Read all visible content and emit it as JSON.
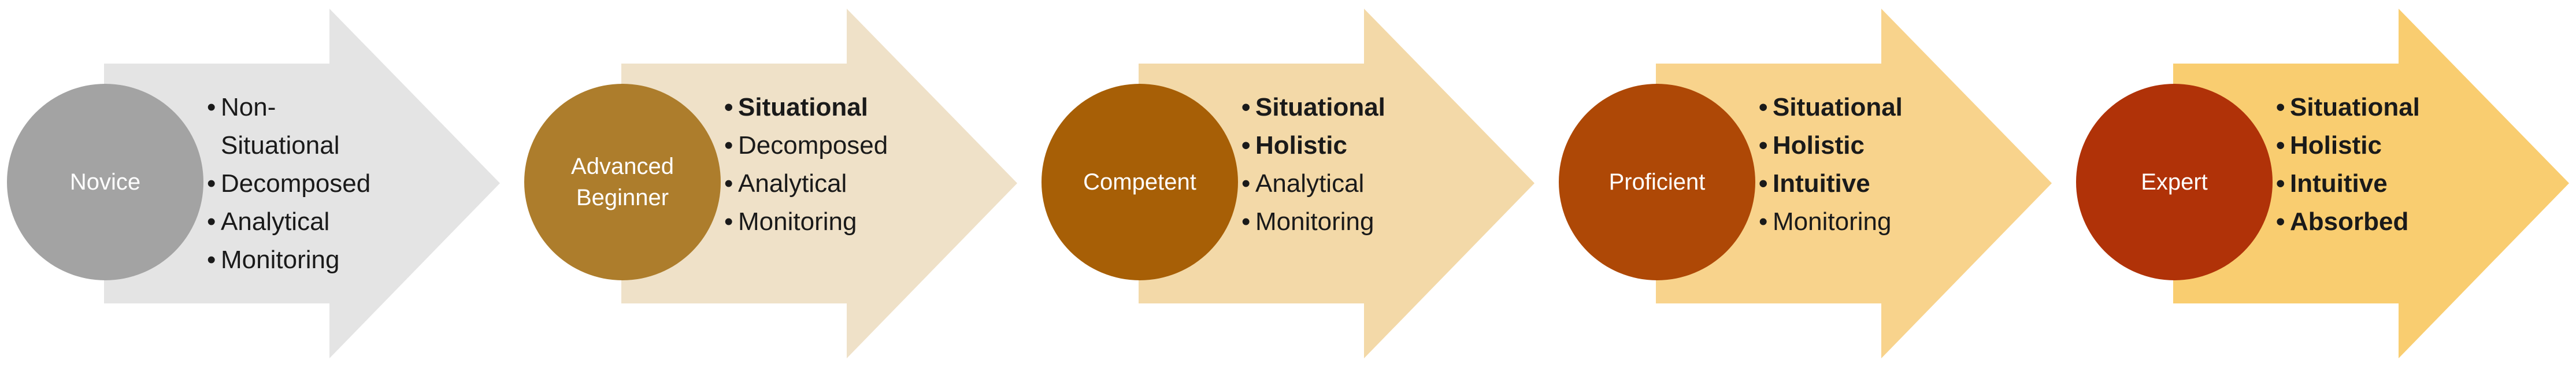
{
  "stages": [
    {
      "label": "Novice",
      "circle_color": "#a3a3a3",
      "arrow_color": "#e4e4e4",
      "items": [
        {
          "text": "Non-Situational",
          "bold": false
        },
        {
          "text": "Decomposed",
          "bold": false
        },
        {
          "text": "Analytical",
          "bold": false
        },
        {
          "text": "Monitoring",
          "bold": false
        }
      ]
    },
    {
      "label": "Advanced Beginner",
      "circle_color": "#ad7d2c",
      "arrow_color": "#efe1c8",
      "items": [
        {
          "text": "Situational",
          "bold": true
        },
        {
          "text": "Decomposed",
          "bold": false
        },
        {
          "text": "Analytical",
          "bold": false
        },
        {
          "text": "Monitoring",
          "bold": false
        }
      ]
    },
    {
      "label": "Competent",
      "circle_color": "#a75f06",
      "arrow_color": "#f3d9a8",
      "items": [
        {
          "text": "Situational",
          "bold": true
        },
        {
          "text": "Holistic",
          "bold": true
        },
        {
          "text": "Analytical",
          "bold": false
        },
        {
          "text": "Monitoring",
          "bold": false
        }
      ]
    },
    {
      "label": "Proficient",
      "circle_color": "#ae4806",
      "arrow_color": "#f8d38c",
      "items": [
        {
          "text": "Situational",
          "bold": true
        },
        {
          "text": "Holistic",
          "bold": true
        },
        {
          "text": "Intuitive",
          "bold": true
        },
        {
          "text": "Monitoring",
          "bold": false
        }
      ]
    },
    {
      "label": "Expert",
      "circle_color": "#b03208",
      "arrow_color": "#f9cd70",
      "items": [
        {
          "text": "Situational",
          "bold": true
        },
        {
          "text": "Holistic",
          "bold": true
        },
        {
          "text": "Intuitive",
          "bold": true
        },
        {
          "text": "Absorbed",
          "bold": true
        }
      ]
    }
  ]
}
